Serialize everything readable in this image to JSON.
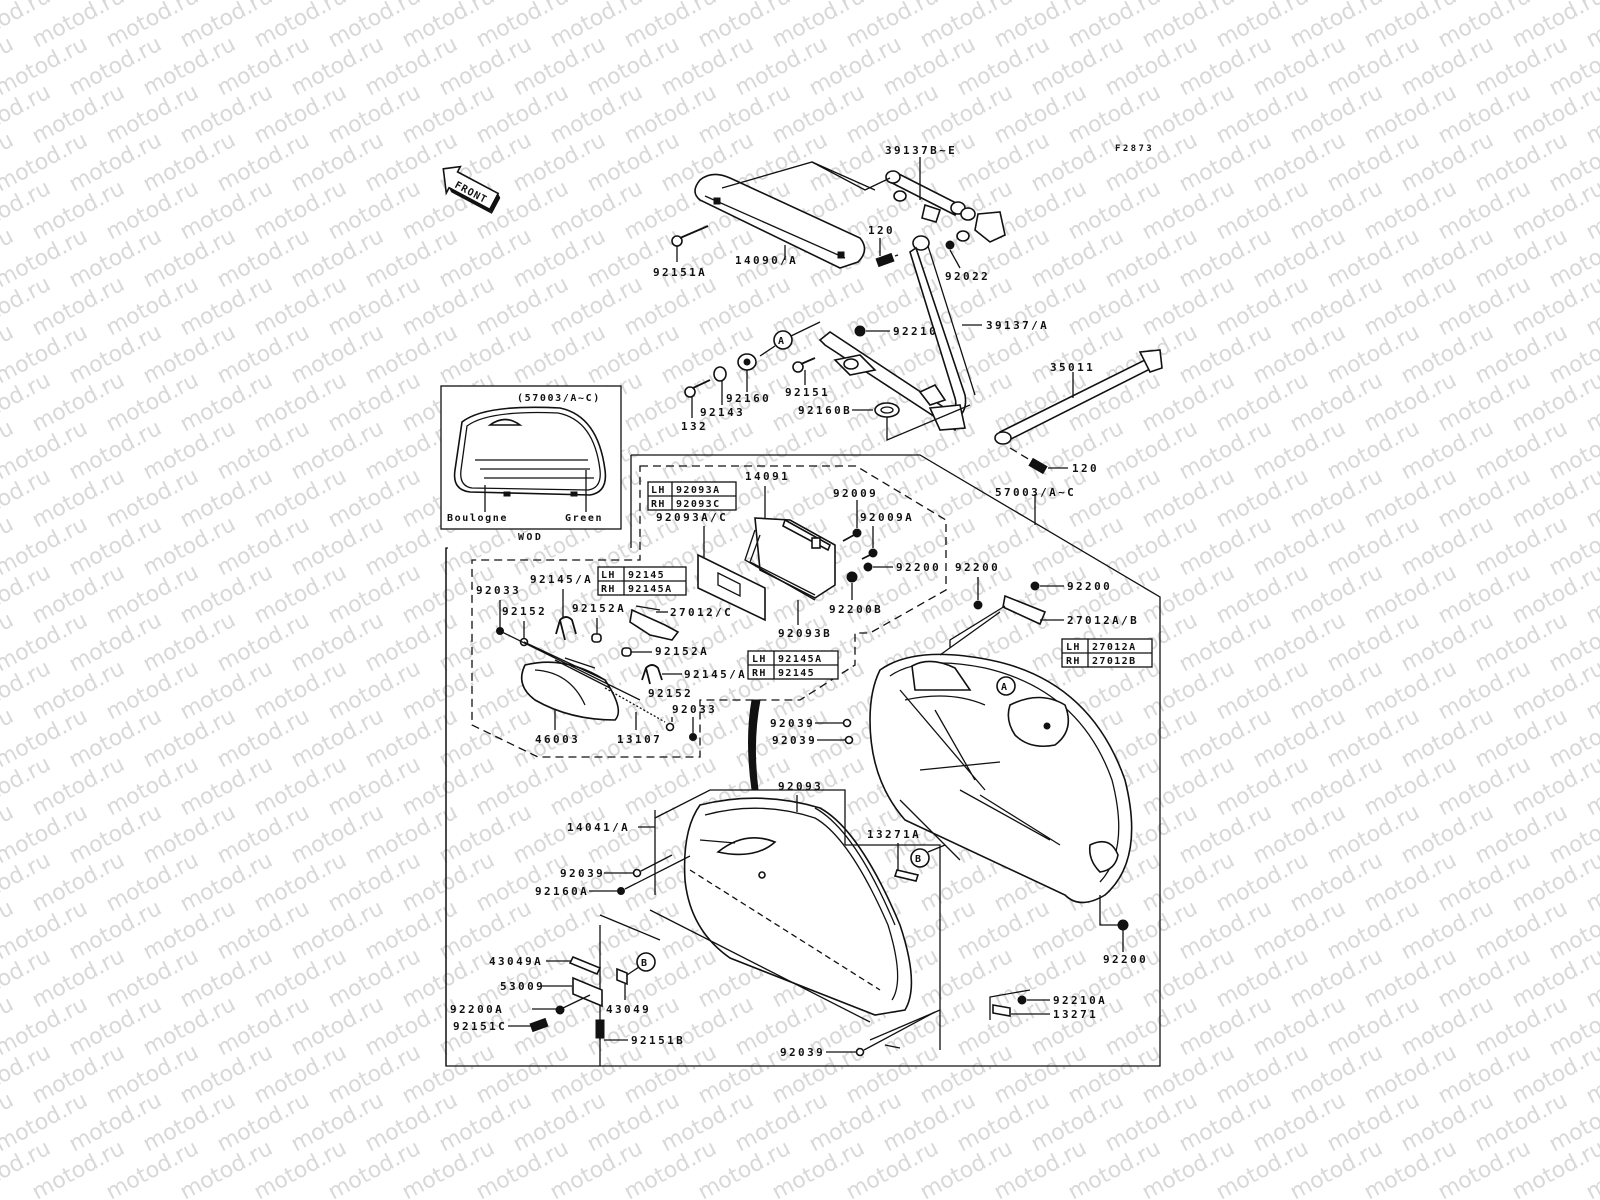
{
  "diagram": {
    "figure_code": "F2873",
    "front_arrow_label": "FRONT",
    "watermark_text": "motod.ru",
    "inset": {
      "title": "(57003/A~C)",
      "color_left": "Boulogne",
      "color_right": "Green",
      "footer": "WOD"
    },
    "callouts": {
      "A": "A",
      "B": "B"
    },
    "tables": {
      "t92093": {
        "rows": [
          {
            "side": "LH",
            "part": "92093A"
          },
          {
            "side": "RH",
            "part": "92093C"
          }
        ]
      },
      "t92145_top": {
        "rows": [
          {
            "side": "LH",
            "part": "92145"
          },
          {
            "side": "RH",
            "part": "92145A"
          }
        ]
      },
      "t92145_bottom": {
        "rows": [
          {
            "side": "LH",
            "part": "92145A"
          },
          {
            "side": "RH",
            "part": "92145"
          }
        ]
      },
      "t27012": {
        "rows": [
          {
            "side": "LH",
            "part": "27012A"
          },
          {
            "side": "RH",
            "part": "27012B"
          }
        ]
      }
    },
    "labels": {
      "p39137BE": "39137B~E",
      "p92151A": "92151A",
      "p14090A": "14090/A",
      "p120_top": "120",
      "p92022": "92022",
      "p39137A": "39137/A",
      "p92210": "92210",
      "p35011": "35011",
      "p92160": "92160",
      "p92151": "92151",
      "p92143": "92143",
      "p132": "132",
      "p92160B": "92160B",
      "p120_right": "120",
      "p57003AC": "57003/A~C",
      "p14091": "14091",
      "p92009": "92009",
      "p92093AC": "92093A/C",
      "p92009A": "92009A",
      "p92200_a": "92200",
      "p92200_b": "92200",
      "p92200_c": "92200",
      "p92200B": "92200B",
      "p92093B": "92093B",
      "p27012AB": "27012A/B",
      "p92033_a": "92033",
      "p92145A_a": "92145/A",
      "p92152_a": "92152",
      "p92152A_a": "92152A",
      "p27012C": "27012/C",
      "p92152A_b": "92152A",
      "p92145A_b": "92145/A",
      "p92152_b": "92152",
      "p92033_b": "92033",
      "p46003": "46003",
      "p13107": "13107",
      "p92039_a": "92039",
      "p92039_b": "92039",
      "p92093": "92093",
      "p14041A": "14041/A",
      "p13271A": "13271A",
      "p92039_c": "92039",
      "p92160A": "92160A",
      "p92200_d": "92200",
      "p43049A": "43049A",
      "p53009": "53009",
      "p43049": "43049",
      "p92200A": "92200A",
      "p92151C": "92151C",
      "p92151B": "92151B",
      "p92210A": "92210A",
      "p13271": "13271",
      "p92039_d": "92039"
    }
  }
}
